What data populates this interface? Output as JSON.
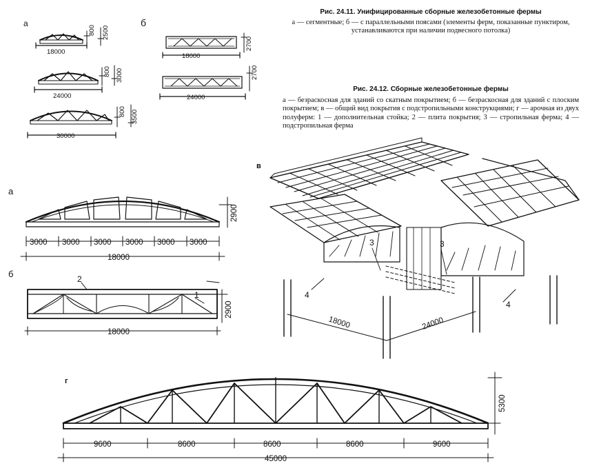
{
  "fig1": {
    "title": "Рис. 24.11. Унифицированные сборные железобетонные фермы",
    "text": "а — сегментные; б — с параллельными поясами (элементы ферм, показанные пунктиром, устанавливаются при наличии подвесного потолка)",
    "label_a": "а",
    "label_b": "б",
    "seg": [
      {
        "span": "18000",
        "h1": "800",
        "h2": "2500"
      },
      {
        "span": "24000",
        "h1": "800",
        "h2": "3000"
      },
      {
        "span": "30000",
        "h1": "800",
        "h2": "3500"
      }
    ],
    "par": [
      {
        "span": "18000",
        "h1": "2700"
      },
      {
        "span": "24000",
        "h1": "2700"
      }
    ]
  },
  "fig2": {
    "title": "Рис. 24.12. Сборные железобетонные фермы",
    "text": "а — безраскосная для зданий со скатным покрытием; б — безраскосная для зданий с плоским покрытием; в — общий вид покрытия с подстропильными конструкциями; г — арочная из двух полуферм: 1 — дополнительная стойка; 2 — плита покрытия; 3 — стропильная ферма; 4 — подстропильная ферма"
  },
  "truss_a": {
    "label": "а",
    "height": "2900",
    "panels": [
      "3000",
      "3000",
      "3000",
      "3000",
      "3000",
      "3000"
    ],
    "total": "18000"
  },
  "truss_b": {
    "label": "б",
    "height": "2900",
    "total": "18000",
    "callout_1": "1",
    "callout_2": "2"
  },
  "view_v": {
    "label": "в",
    "span_1": "18000",
    "span_2": "24000",
    "callout_3a": "3",
    "callout_3b": "3",
    "callout_4a": "4",
    "callout_4b": "4"
  },
  "arch_g": {
    "label": "г",
    "height": "5300",
    "panels": [
      "9600",
      "8600",
      "8600",
      "8600",
      "9600"
    ],
    "total": "45000"
  }
}
